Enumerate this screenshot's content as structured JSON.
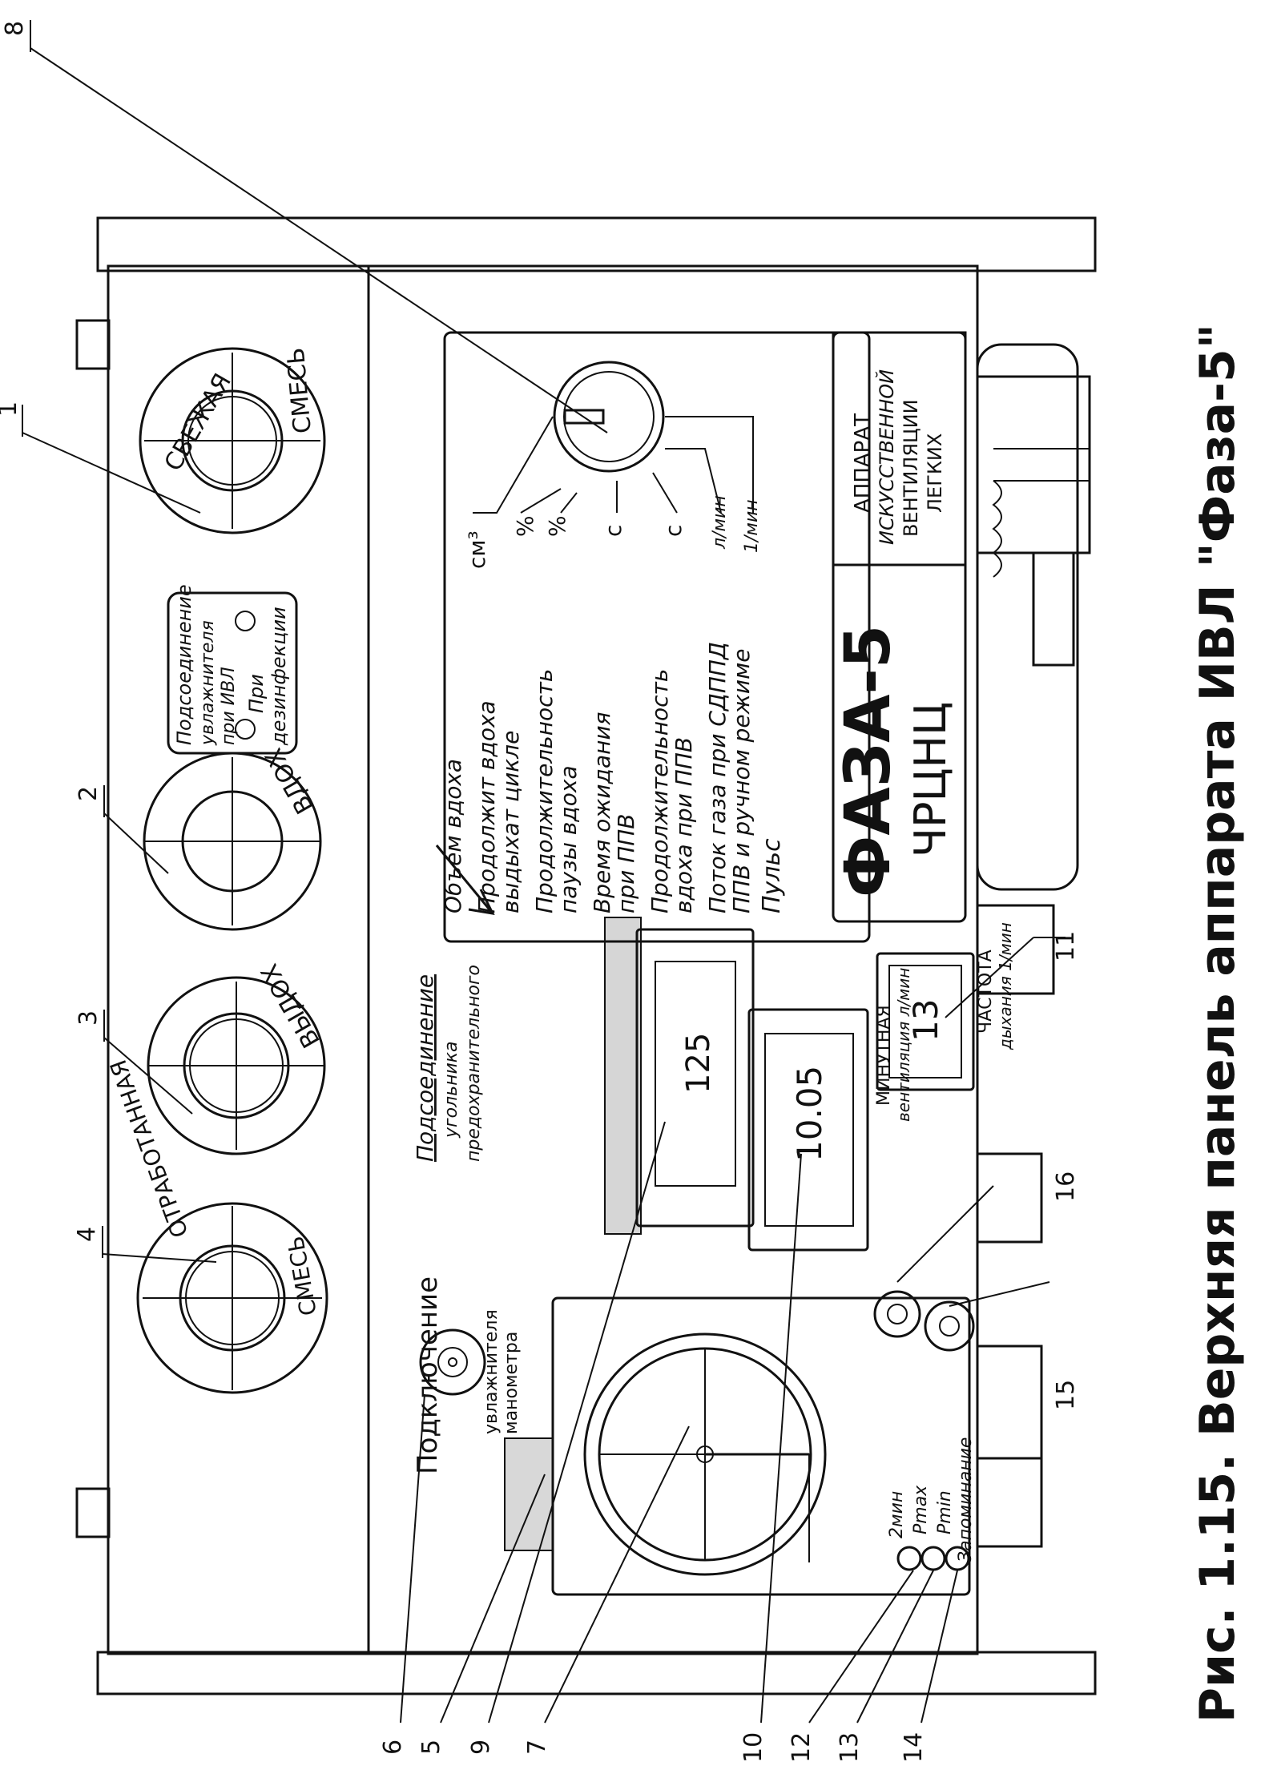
{
  "caption": "Рис. 1.15. Верхняя панель аппарата ИВЛ \"Фаза-5\"",
  "callouts": {
    "n1": "1",
    "n2": "2",
    "n3": "3",
    "n4": "4",
    "n5": "5",
    "n6": "6",
    "n7": "7",
    "n8": "8",
    "n9": "9",
    "n10": "10",
    "n11": "11",
    "n12": "12",
    "n13": "13",
    "n14": "14",
    "n15": "15",
    "n16": "16"
  },
  "ports": {
    "fresh_mix_a": "СВЕЖАЯ",
    "fresh_mix_b": "СМЕСЬ",
    "inhale": "ВДОХ",
    "exhale": "ВЫДОХ",
    "waste_mix_a": "ОТРАБОТАННАЯ",
    "waste_mix_b": "СМЕСЬ"
  },
  "humidifier_plate": {
    "line1": "Подсоединение",
    "line2": "увлажнителя",
    "line3": "при ИВЛ",
    "line4": "При",
    "line5": "дезинфекции"
  },
  "connection": {
    "title": "Подключение",
    "humid_manometer_1": "увлажнителя",
    "humid_manometer_2": "манометра"
  },
  "coal_filter": {
    "line1": "Подсоединение",
    "line2": "угольника",
    "line3": "предохранительного"
  },
  "displays": {
    "main": "125",
    "minute": "10.05",
    "minute_label_1": "МИНУТНАЯ",
    "minute_label_2": "вентиляция л/мин",
    "rate": "13",
    "rate_label_1": "ЧАСТОТА",
    "rate_label_2": "дыхания 1/мин"
  },
  "selector": {
    "params": [
      "Объем вдоха",
      "Продолжит вдоха",
      "выдыхат цикле",
      "Продолжительность",
      "паузы вдоха",
      "Время ожидания",
      "при ППВ",
      "Продолжительность",
      "вдоха при ППВ",
      "Поток газа при СДППД",
      "ППВ и ручном режиме",
      "Пульс"
    ],
    "units": [
      "см³",
      "%",
      "%",
      "с",
      "с",
      "л/мин",
      "1/мин"
    ]
  },
  "alarm": {
    "two_min": "2мин",
    "pmax": "Pmax",
    "pmin": "Pmin",
    "memory": "Запоминание"
  },
  "brand": {
    "model": "ФАЗА-5",
    "maker": "ЧРЦНЦ",
    "name_1": "АППАРАТ",
    "name_2": "ИСКУССТВЕННОЙ",
    "name_3": "ВЕНТИЛЯЦИИ",
    "name_4": "ЛЕГКИХ"
  }
}
